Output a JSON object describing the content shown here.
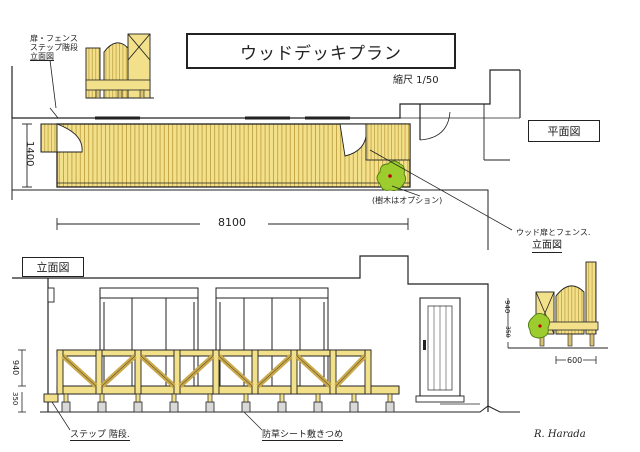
{
  "title": "ウッドデッキプラン",
  "scale": "縮尺 1/50",
  "views": {
    "plan": "平面図",
    "elevation": "立面図",
    "side_elevation": "立面図"
  },
  "notes": {
    "gate_fence_line1": "扉・フェンス",
    "gate_fence_line2": "ステップ階段",
    "gate_fence_line3": "立面図",
    "tree_option": "(樹木はオプション)",
    "wood_gate_fence": "ウッド扉とフェンス.",
    "step_stairs": "ステップ 階段.",
    "weed_sheet": "防草シート敷きつめ"
  },
  "dimensions": {
    "depth": "1400",
    "width": "8100",
    "rail_height": "940",
    "step_height": "350",
    "side_height": "940",
    "side_step": "350",
    "side_width": "600"
  },
  "signature": "R. Harada",
  "colors": {
    "wood": "#f3e08a",
    "wood_line": "#b99a3a",
    "tree": "#9ccc2e",
    "ink": "#222222"
  }
}
